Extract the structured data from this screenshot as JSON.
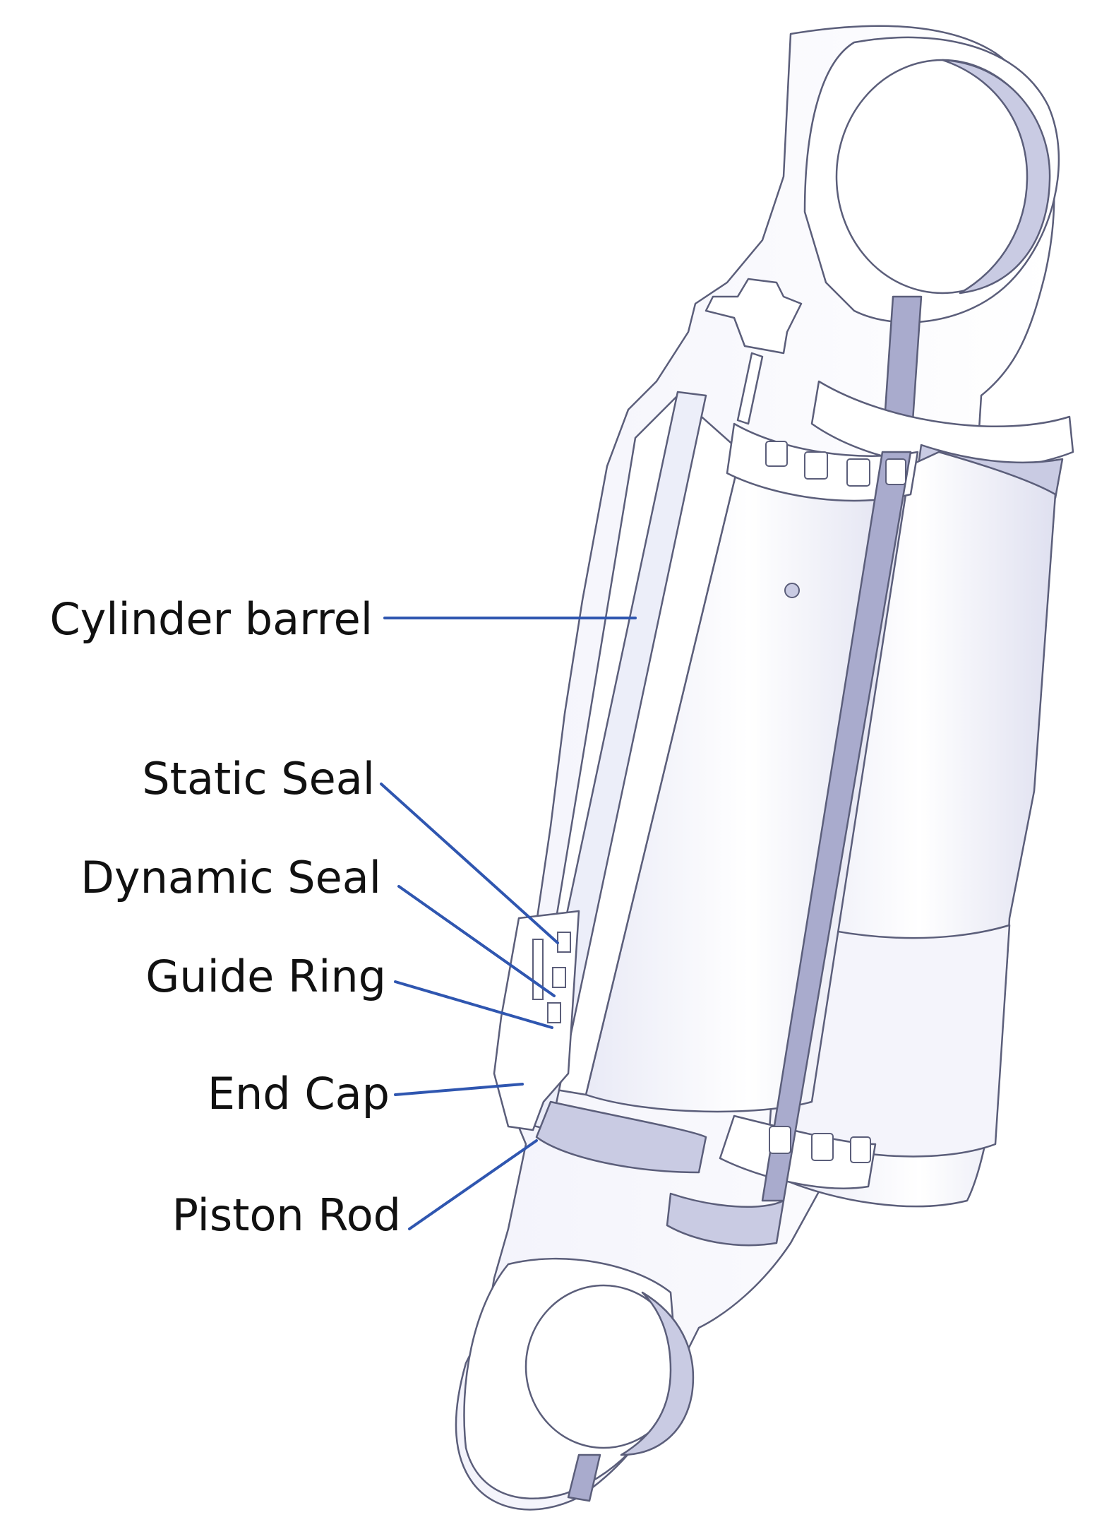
{
  "labels": [
    {
      "id": "cylinder-barrel",
      "text": "Cylinder barrel"
    },
    {
      "id": "static-seal",
      "text": "Static Seal"
    },
    {
      "id": "dynamic-seal",
      "text": "Dynamic Seal"
    },
    {
      "id": "guide-ring",
      "text": "Guide Ring"
    },
    {
      "id": "end-cap",
      "text": "End Cap"
    },
    {
      "id": "piston-rod",
      "text": "Piston Rod"
    }
  ],
  "colors": {
    "leader_line": "#2f56b0",
    "outline": "#5b5e7a",
    "body_fill": "#ffffff",
    "shadow_fill": "#c9cbe3",
    "deep_shadow": "#a9abcd",
    "text": "#111111"
  }
}
